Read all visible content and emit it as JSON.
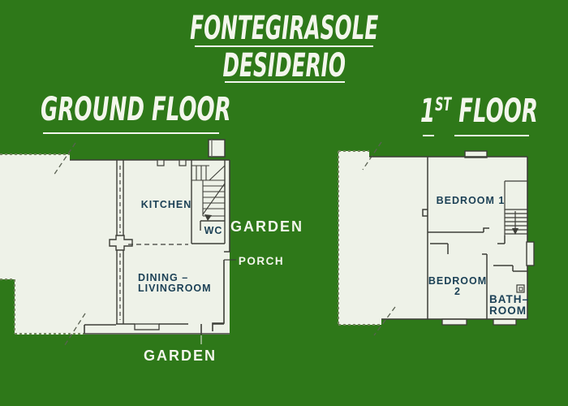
{
  "colors": {
    "background_green": "#2e7819",
    "plan_fill": "#eef2e8",
    "wall_line": "#3d3e38",
    "room_label_teal": "#1c4156",
    "text_white": "#f3f6ec"
  },
  "header": {
    "title": "FONTEGIRASOLE",
    "subtitle": "DESIDERIO"
  },
  "ground_floor": {
    "heading": "GROUND FLOOR",
    "rooms": {
      "kitchen": "KITCHEN",
      "wc": "WC",
      "dining_line1": "DINING –",
      "dining_line2": "LIVINGROOM"
    },
    "outside": {
      "garden_right": "GARDEN",
      "porch": "PORCH",
      "garden_bottom": "GARDEN"
    }
  },
  "first_floor": {
    "heading_number": "1",
    "heading_sup": "ST",
    "heading_word": " FLOOR",
    "rooms": {
      "bedroom1": "BEDROOM 1",
      "bedroom2_line1": "BEDROOM",
      "bedroom2_line2": "2",
      "bath_line1": "BATH–",
      "bath_line2": "ROOM"
    }
  }
}
